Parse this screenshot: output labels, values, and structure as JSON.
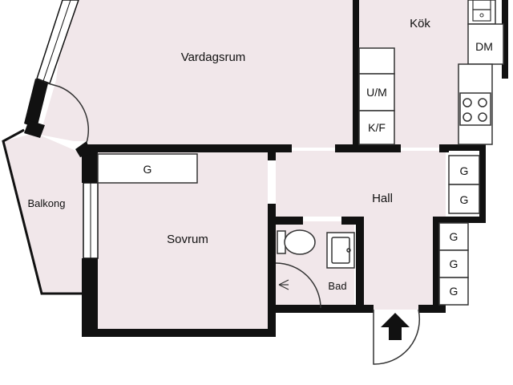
{
  "colors": {
    "wall": "#111111",
    "floor": "#f1e7ea",
    "fixture": "#ffffff",
    "line": "#333333"
  },
  "rooms": {
    "vardagsrum": "Vardagsrum",
    "kok": "Kök",
    "balkong": "Balkong",
    "sovrum": "Sovrum",
    "hall": "Hall",
    "bad": "Bad"
  },
  "fixtures": {
    "dm": "DM",
    "um": "U/M",
    "kf": "K/F",
    "wardrobe_g": "G"
  },
  "icons": {
    "entrance": "entrance-arrow-icon",
    "shower": "shower-icon",
    "stove": "stove-icon",
    "toilet": "toilet-icon",
    "sink": "sink-icon"
  }
}
